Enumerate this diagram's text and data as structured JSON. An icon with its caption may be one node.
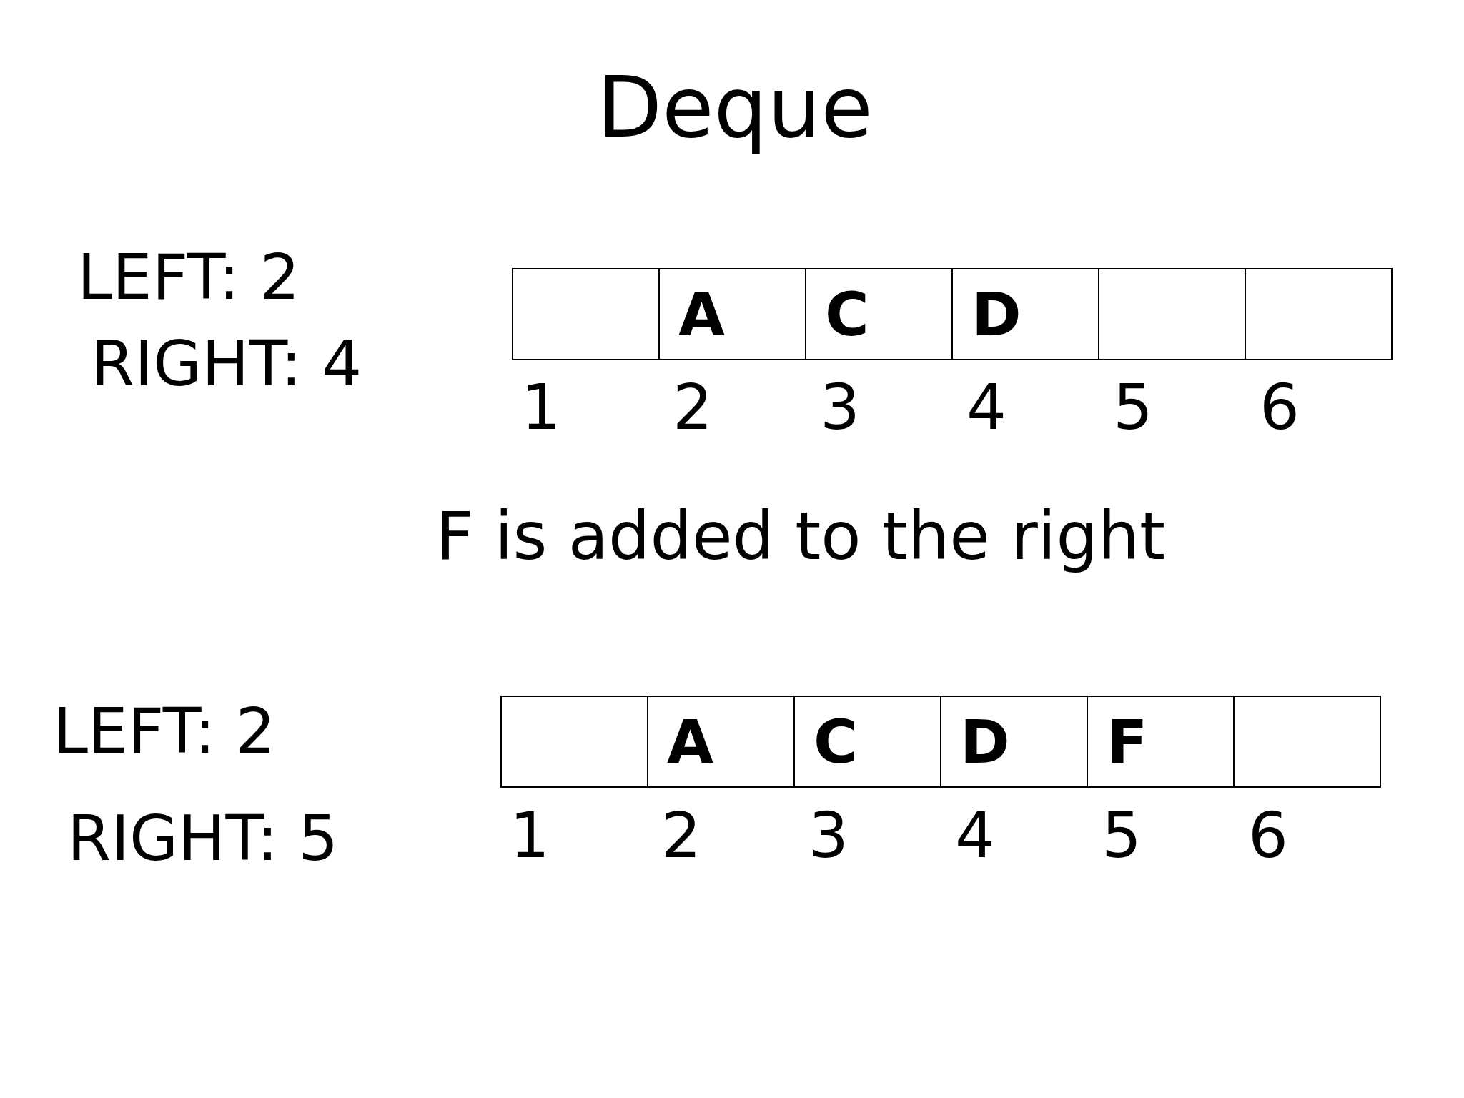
{
  "diagram": {
    "title": "Deque",
    "nodes": [
      {
        "text": [],
        "shape": "box"
      },
      {
        "text": [
          "A"
        ]
      },
      {
        "text": [
          "C"
        ]
      },
      {
        "text": [
          "D"
        ]
      },
      {
        "text": [],
        "shape": "box"
      },
      {
        "text": [],
        "shape": "box"
      },
      {
        "text": [],
        "shape": "box"
      },
      {
        "text": [
          "A"
        ]
      },
      {
        "text": [
          "C"
        ]
      },
      {
        "text": [
          "D"
        ]
      },
      {
        "text": [
          "F"
        ]
      },
      {
        "text": [],
        "shape": "box"
      }
    ],
    "edges": [],
    "labels": [
      "LEFT: 2",
      "RIGHT: 4",
      "1",
      "2",
      "3",
      "4",
      "5",
      "6",
      "F is added to the right",
      "LEFT: 2",
      "RIGHT: 5",
      "1",
      "2",
      "3",
      "4",
      "5",
      "6"
    ]
  }
}
